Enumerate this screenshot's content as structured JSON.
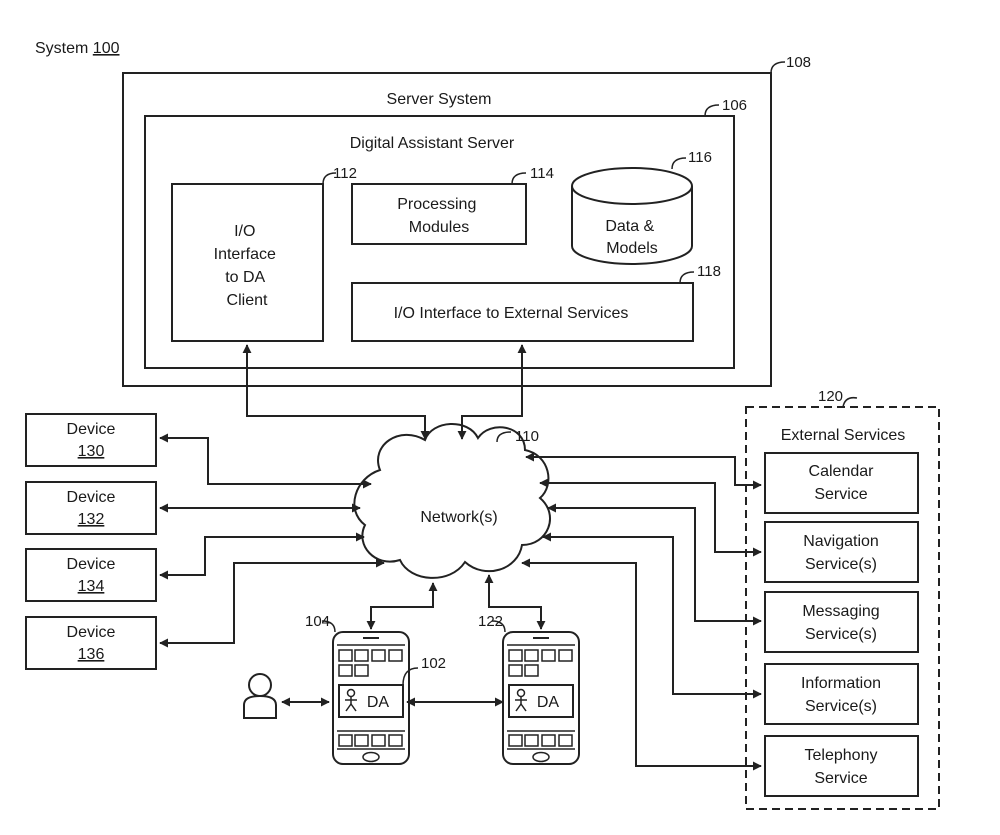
{
  "system_label": {
    "text": "System ",
    "ref": "100"
  },
  "server_system": {
    "title": "Server System",
    "ref": "108"
  },
  "da_server": {
    "title": "Digital Assistant Server",
    "ref": "106"
  },
  "io_client": {
    "lines": [
      "I/O",
      "Interface",
      "to DA",
      "Client"
    ],
    "ref": "112"
  },
  "processing": {
    "lines": [
      "Processing",
      "Modules"
    ],
    "ref": "114"
  },
  "data_models": {
    "lines": [
      "Data &",
      "Models"
    ],
    "ref": "116"
  },
  "io_external": {
    "title": "I/O Interface to External Services",
    "ref": "118"
  },
  "network": {
    "title": "Network(s)",
    "ref": "110"
  },
  "devices": [
    {
      "label": "Device",
      "num": "130"
    },
    {
      "label": "Device",
      "num": "132"
    },
    {
      "label": "Device",
      "num": "134"
    },
    {
      "label": "Device",
      "num": "136"
    }
  ],
  "external_services": {
    "title": "External Services",
    "ref": "120",
    "items": [
      {
        "lines": [
          "Calendar",
          "Service"
        ]
      },
      {
        "lines": [
          "Navigation",
          "Service(s)"
        ]
      },
      {
        "lines": [
          "Messaging",
          "Service(s)"
        ]
      },
      {
        "lines": [
          "Information",
          "Service(s)"
        ]
      },
      {
        "lines": [
          "Telephony",
          "Service"
        ]
      }
    ]
  },
  "phone_1": {
    "ref": "104",
    "da_ref": "102",
    "da_label": "DA"
  },
  "phone_2": {
    "ref": "122",
    "da_label": "DA"
  },
  "colors": {
    "ink": "#222222",
    "background": "#ffffff"
  }
}
